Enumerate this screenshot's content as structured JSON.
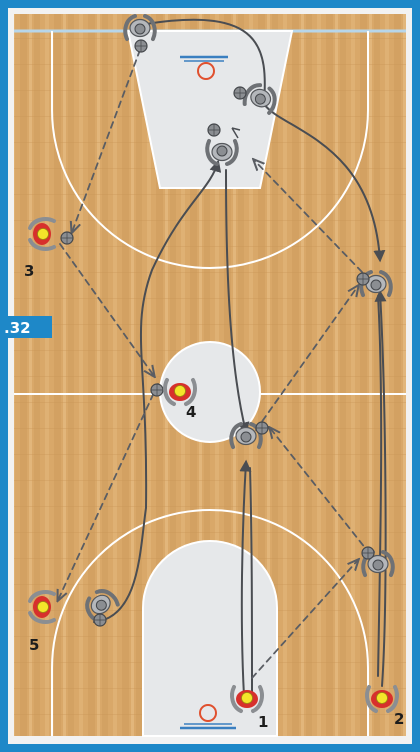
{
  "diagram": {
    "badge": ".32",
    "colors": {
      "frame": "#1e88c8",
      "wood": "#d9a869",
      "key_paint": "#e6e8ea",
      "court_line": "#ffffff",
      "player_red": "#d7302c",
      "player_yellow": "#f4e52a",
      "player_gray": "#8b8e92",
      "move_path": "#4a4d52",
      "pass_path": "#5a5d63",
      "hoop": "#e0502e"
    },
    "players": [
      {
        "id": "p1",
        "number": "1"
      },
      {
        "id": "p2",
        "number": "2"
      },
      {
        "id": "p3",
        "number": "3"
      },
      {
        "id": "p4",
        "number": "4"
      },
      {
        "id": "p5",
        "number": "5"
      }
    ]
  }
}
